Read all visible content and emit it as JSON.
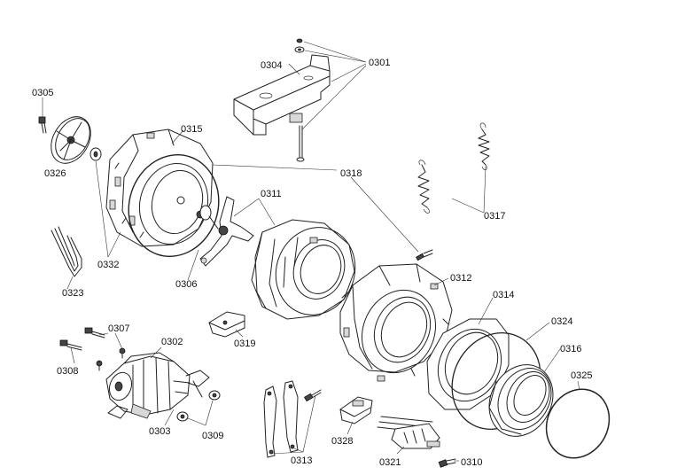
{
  "labels": {
    "p0301": "0301",
    "p0302": "0302",
    "p0303": "0303",
    "p0304": "0304",
    "p0305": "0305",
    "p0306": "0306",
    "p0307": "0307",
    "p0308": "0308",
    "p0309": "0309",
    "p0310": "0310",
    "p0311": "0311",
    "p0312": "0312",
    "p0313": "0313",
    "p0314": "0314",
    "p0315": "0315",
    "p0316": "0316",
    "p0317": "0317",
    "p0318": "0318",
    "p0319": "0319",
    "p0321": "0321",
    "p0323": "0323",
    "p0324": "0324",
    "p0325": "0325",
    "p0326": "0326",
    "p0328": "0328",
    "p0332": "0332"
  },
  "colors": {
    "line": "#222222",
    "background": "#ffffff"
  }
}
